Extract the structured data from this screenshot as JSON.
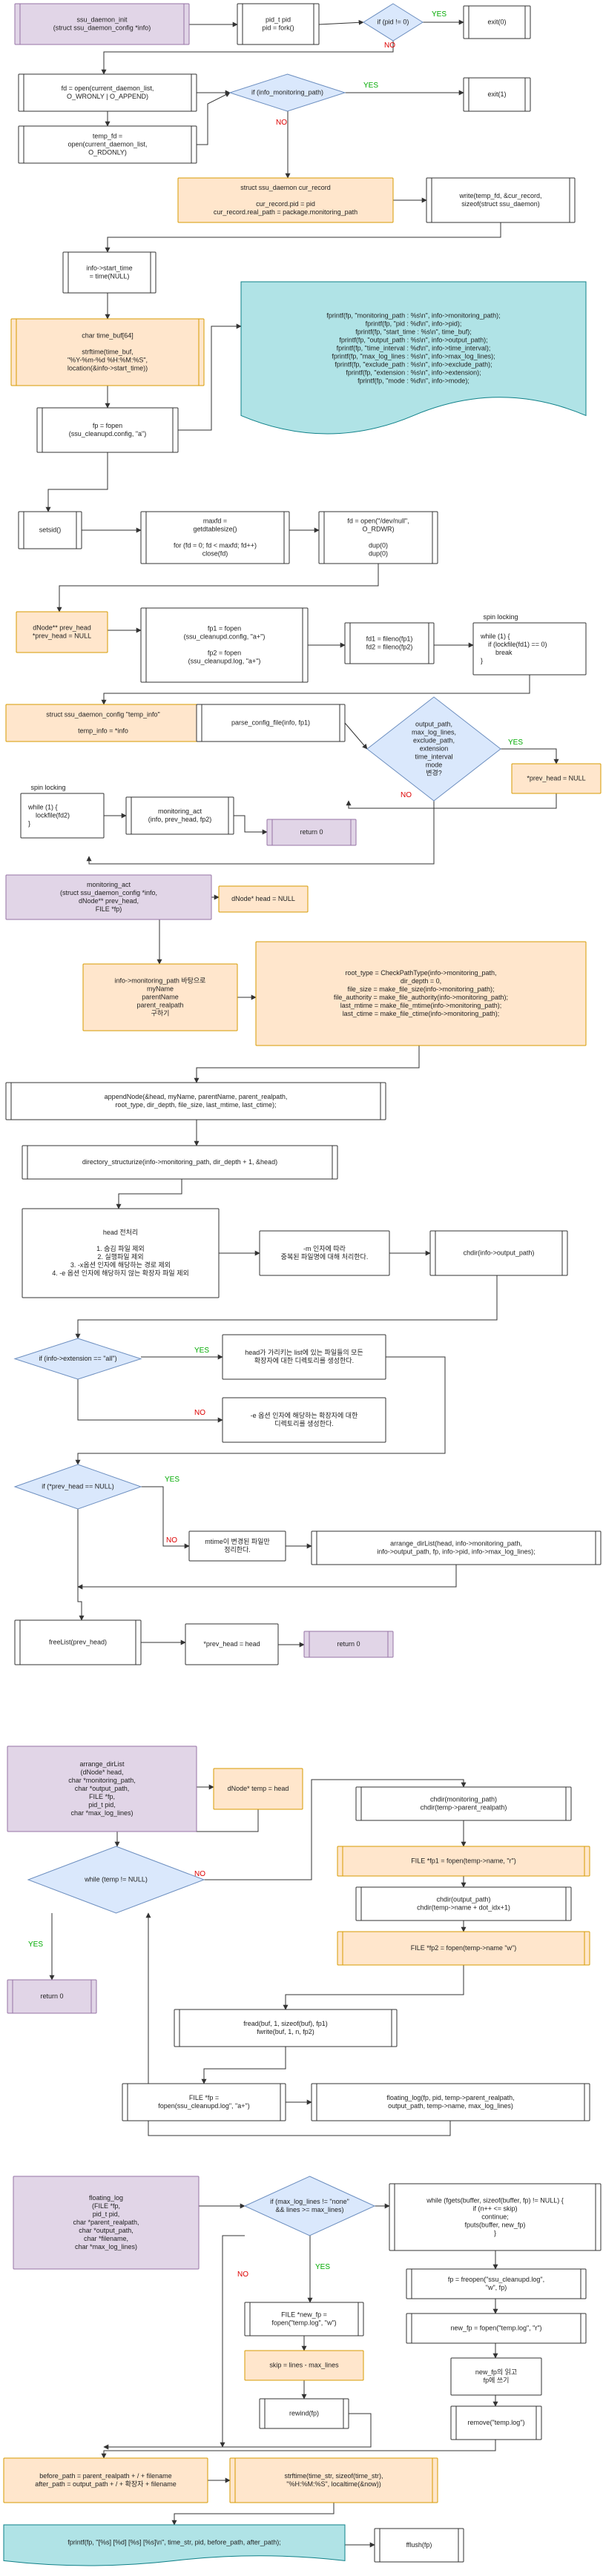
{
  "colors": {
    "stroke": "#333333",
    "white": "#ffffff",
    "purple": "#e1d5e7",
    "purple_stroke": "#9673a6",
    "orange": "#ffe6cc",
    "orange_stroke": "#d79b00",
    "blue": "#dae8fc",
    "blue_stroke": "#6c8ebf",
    "teal": "#b0e3e6",
    "teal_stroke": "#0e8088",
    "yes": "#00aa00",
    "no": "#dd0000"
  },
  "nodes": [
    {
      "id": "init",
      "kind": "proc",
      "fill": "purple",
      "lines": [
        "ssu_daemon_init",
        "(struct ssu_daemon_config *info)"
      ]
    },
    {
      "id": "pidfork",
      "kind": "proc",
      "fill": "white",
      "lines": [
        "pid_t pid",
        "pid = fork()"
      ]
    },
    {
      "id": "ifpid",
      "kind": "dia",
      "fill": "blue",
      "lines": [
        "if (pid != 0)"
      ]
    },
    {
      "id": "exit0",
      "kind": "proc",
      "fill": "white",
      "lines": [
        "exit(0)"
      ]
    },
    {
      "id": "fdopen",
      "kind": "proc",
      "fill": "white",
      "lines": [
        "fd = open(current_daemon_list,",
        "O_WRONLY | O_APPEND)"
      ]
    },
    {
      "id": "ifmon",
      "kind": "dia",
      "fill": "blue",
      "lines": [
        "if (info_monitoring_path)"
      ]
    },
    {
      "id": "exit1",
      "kind": "proc",
      "fill": "white",
      "lines": [
        "exit(1)"
      ]
    },
    {
      "id": "tempfd",
      "kind": "proc",
      "fill": "white",
      "lines": [
        "temp_fd =",
        "open(current_daemon_list,",
        "O_RDONLY)"
      ]
    },
    {
      "id": "currec",
      "kind": "box",
      "fill": "orange",
      "lines": [
        "struct ssu_daemon cur_record",
        "",
        "cur_record.pid = pid",
        "cur_record.real_path = package.monitoring_path"
      ]
    },
    {
      "id": "writerec",
      "kind": "proc",
      "fill": "white",
      "lines": [
        "write(temp_fd, &cur_record,",
        "sizeof(struct ssu_daemon)"
      ]
    },
    {
      "id": "starttime",
      "kind": "proc",
      "fill": "white",
      "lines": [
        "info->start_time",
        "= time(NULL)"
      ]
    },
    {
      "id": "timebuf",
      "kind": "proc",
      "fill": "orange",
      "lines": [
        "char time_buf[64]",
        "",
        "strftime(time_buf,",
        "\"%Y-%m-%d %H:%M:%S\",",
        "location(&info->start_time))"
      ]
    },
    {
      "id": "fprintfs",
      "kind": "doc",
      "fill": "teal",
      "lines": [
        "fprintf(fp, \"monitoring_path : %s\\n\", info->monitoring_path);",
        "fprintf(fp, \"pid : %d\\n\", info->pid);",
        "fprintf(fp, \"start_time : %s\\n\", time_buf);",
        "fprintf(fp, \"output_path : %s\\n\", info->output_path);",
        "fprintf(fp, \"time_interval : %d\\n\", info->time_interval);",
        "fprintf(fp, \"max_log_lines : %s\\n\", info->max_log_lines);",
        "fprintf(fp, \"exclude_path : %s\\n\", info->exclude_path);",
        "fprintf(fp, \"extension : %s\\n\", info->extension);",
        "fprintf(fp, \"mode : %d\\n\", info->mode);"
      ]
    },
    {
      "id": "fpopen",
      "kind": "proc",
      "fill": "white",
      "lines": [
        "fp = fopen",
        "(ssu_cleanupd.config, \"a\")"
      ]
    },
    {
      "id": "setsid",
      "kind": "proc",
      "fill": "white",
      "lines": [
        "setsid()"
      ]
    },
    {
      "id": "maxfd",
      "kind": "proc",
      "fill": "white",
      "lines": [
        "maxfd =",
        "getdtablesize()",
        "",
        "for (fd = 0; fd < maxfd; fd++)",
        "close(fd)"
      ]
    },
    {
      "id": "devnull",
      "kind": "proc",
      "fill": "white",
      "lines": [
        "fd = open(\"/dev/null\",",
        "O_RDWR)",
        "",
        "dup(0)",
        "dup(0)"
      ]
    },
    {
      "id": "prevhead",
      "kind": "box",
      "fill": "orange",
      "lines": [
        "dNode** prev_head",
        "*prev_head = NULL"
      ]
    },
    {
      "id": "fp1fp2",
      "kind": "proc",
      "fill": "white",
      "lines": [
        "fp1 = fopen",
        "(ssu_cleanupd.config, \"a+\")",
        "",
        "fp2 = fopen",
        "(ssu_cleanupd.log, \"a+\")"
      ]
    },
    {
      "id": "fd1fd2",
      "kind": "proc",
      "fill": "white",
      "lines": [
        "fd1 = fileno(fp1)",
        "fd2 = fileno(fp2)"
      ]
    },
    {
      "id": "spin1label",
      "kind": "label",
      "lines": [
        "spin locking"
      ]
    },
    {
      "id": "spin1",
      "kind": "code",
      "fill": "white",
      "lines": [
        "while (1) {",
        "if (lockfile(fd1) == 0)",
        "break",
        "}"
      ]
    },
    {
      "id": "tempinfo",
      "kind": "box",
      "fill": "orange",
      "lines": [
        "struct ssu_daemon_config \"temp_info\"",
        "",
        "temp_info = *info"
      ]
    },
    {
      "id": "parsecfg",
      "kind": "proc",
      "fill": "white",
      "lines": [
        "parse_config_file(info, fp1)"
      ]
    },
    {
      "id": "outchg",
      "kind": "dia",
      "fill": "blue",
      "lines": [
        "output_path,",
        "max_log_lines,",
        "exclude_path,",
        "extension",
        "time_interval",
        "mode",
        "변경?"
      ]
    },
    {
      "id": "prevnull1",
      "kind": "box",
      "fill": "orange",
      "lines": [
        "*prev_head = NULL"
      ]
    },
    {
      "id": "spin2label",
      "kind": "label",
      "lines": [
        "spin locking"
      ]
    },
    {
      "id": "spin2",
      "kind": "code",
      "fill": "white",
      "lines": [
        "while (1) {",
        "lockfile(fd2)",
        "}"
      ]
    },
    {
      "id": "monact",
      "kind": "proc",
      "fill": "white",
      "lines": [
        "monitoring_act",
        "(info, prev_head, fp2)"
      ]
    },
    {
      "id": "ret0a",
      "kind": "proc",
      "fill": "purple",
      "lines": [
        "return 0"
      ]
    },
    {
      "id": "monsig",
      "kind": "box",
      "fill": "purple",
      "lines": [
        "monitoring_act",
        "(struct ssu_daemon_config *info,",
        "dNode** prev_head,",
        "FILE *fp)"
      ]
    },
    {
      "id": "headnull",
      "kind": "box",
      "fill": "orange",
      "lines": [
        "dNode* head = NULL"
      ]
    },
    {
      "id": "parentname",
      "kind": "box",
      "fill": "orange",
      "lines": [
        "info->monitoring_path 바탕으로",
        "myName",
        "parentName",
        "parent_realpath",
        "구하기"
      ]
    },
    {
      "id": "roottype",
      "kind": "box",
      "fill": "orange",
      "lines": [
        "root_type = CheckPathType(info->monitoring_path,",
        "dir_depth = 0,",
        "file_size = make_file_size(info->monitoring_path);",
        "file_authority = make_file_authority(info->monitoring_path);",
        "last_mtime = make_file_mtime(info->monitoring_path);",
        "last_ctime = make_file_ctime(info->monitoring_path);"
      ]
    },
    {
      "id": "appendnode",
      "kind": "proc",
      "fill": "white",
      "lines": [
        "appendNode(&head, myName, parentName, parent_realpath,",
        "root_type, dir_depth, file_size, last_mtime, last_ctime);"
      ]
    },
    {
      "id": "dirstruct",
      "kind": "proc",
      "fill": "white",
      "lines": [
        "directory_structurize(info->monitoring_path, dir_depth + 1, &head)"
      ]
    },
    {
      "id": "headpre",
      "kind": "box",
      "fill": "white",
      "lines": [
        "head 전처리",
        "",
        "1. 숨김 파일 제외",
        "2. 실행파일 제외",
        "3. -x옵션 인자에 해당하는 경로 제외",
        "4. -e 옵션 인자에 해당하지 않는 확장자 파일 제외"
      ]
    },
    {
      "id": "moption",
      "kind": "box",
      "fill": "white",
      "lines": [
        "-m 인자에 따라",
        "중복된 파일명에 대해 처리한다."
      ]
    },
    {
      "id": "chdirout",
      "kind": "proc",
      "fill": "white",
      "lines": [
        "chdir(info->output_path)"
      ]
    },
    {
      "id": "ifext",
      "kind": "dia",
      "fill": "blue",
      "lines": [
        "if (info->extension == \"all\")"
      ]
    },
    {
      "id": "allext",
      "kind": "box",
      "fill": "white",
      "lines": [
        "head가 가리키는 list에 있는 파일들의 모든",
        "확장자에 대한 디렉토리를 생성한다."
      ]
    },
    {
      "id": "eext",
      "kind": "box",
      "fill": "white",
      "lines": [
        "-e 옵션 인자에 해당하는 확장자에 대한",
        "디렉토리를 생성한다."
      ]
    },
    {
      "id": "ifprev",
      "kind": "dia",
      "fill": "blue",
      "lines": [
        "if (*prev_head == NULL)"
      ]
    },
    {
      "id": "mtimechg",
      "kind": "box",
      "fill": "white",
      "lines": [
        "mtime이 변경된 파일만",
        "정리한다."
      ]
    },
    {
      "id": "arrange1",
      "kind": "proc",
      "fill": "white",
      "lines": [
        "arrange_dirList(head, info->monitoring_path,",
        "info->output_path, fp, info->pid, info->max_log_lines);"
      ]
    },
    {
      "id": "freelist",
      "kind": "proc",
      "fill": "white",
      "lines": [
        "freeList(prev_head)"
      ]
    },
    {
      "id": "prevhead2",
      "kind": "box",
      "fill": "white",
      "lines": [
        "*prev_head = head"
      ]
    },
    {
      "id": "ret0b",
      "kind": "proc",
      "fill": "purple",
      "lines": [
        "return 0"
      ]
    },
    {
      "id": "arrsig",
      "kind": "box",
      "fill": "purple",
      "lines": [
        "arrange_dirList",
        "(dNode* head,",
        "char *monitoring_path,",
        "char *output_path,",
        "FILE *fp,",
        "pid_t pid,",
        "char *max_log_lines)"
      ]
    },
    {
      "id": "temphead",
      "kind": "box",
      "fill": "orange",
      "lines": [
        "dNode* temp = head"
      ]
    },
    {
      "id": "chdirmon",
      "kind": "proc",
      "fill": "white",
      "lines": [
        "chdir(monitoring_path)",
        "chdir(temp->parent_realpath)"
      ]
    },
    {
      "id": "fp1r",
      "kind": "proc",
      "fill": "orange",
      "lines": [
        "FILE *fp1 = fopen(temp->name, \"r\")"
      ]
    },
    {
      "id": "whiletemp",
      "kind": "dia",
      "fill": "blue",
      "lines": [
        "while (temp != NULL)"
      ]
    },
    {
      "id": "chdirout2",
      "kind": "proc",
      "fill": "white",
      "lines": [
        "chdir(output_path)",
        "chdir(temp->name + dot_idx+1)"
      ]
    },
    {
      "id": "ret0c",
      "kind": "proc",
      "fill": "purple",
      "lines": [
        "return 0"
      ]
    },
    {
      "id": "fp2w",
      "kind": "proc",
      "fill": "orange",
      "lines": [
        "FILE *fp2 = fopen(temp->name \"w\")"
      ]
    },
    {
      "id": "freadwrite",
      "kind": "proc",
      "fill": "white",
      "lines": [
        "fread(buf, 1, sizeof(buf), fp1)",
        "fwrite(buf, 1, n, fp2)"
      ]
    },
    {
      "id": "logopen",
      "kind": "proc",
      "fill": "white",
      "lines": [
        "FILE *fp =",
        "fopen(ssu_cleanupd.log\", \"a+\")"
      ]
    },
    {
      "id": "floatcall",
      "kind": "proc",
      "fill": "white",
      "lines": [
        "floating_log(fp, pid, temp->parent_realpath,",
        "output_path, temp->name, max_log_lines)"
      ]
    },
    {
      "id": "floatsig",
      "kind": "box",
      "fill": "purple",
      "lines": [
        "floating_log",
        "(FILE *fp,",
        "pid_t pid,",
        "char *parent_realpath,",
        "char *output_path,",
        "char *filename,",
        "char *max_log_lines)"
      ]
    },
    {
      "id": "ifmaxlog",
      "kind": "dia",
      "fill": "blue",
      "lines": [
        "if (max_log_lines != \"none\"",
        "&& lines >= max_lines)"
      ]
    },
    {
      "id": "whilefgets",
      "kind": "proc",
      "fill": "white",
      "lines": [
        "while (fgets(buffer, sizeof(buffer, fp) != NULL) {",
        "if (n++ <= skip)",
        "continue;",
        "fputs(buffer, new_fp)",
        "}"
      ]
    },
    {
      "id": "freopen",
      "kind": "proc",
      "fill": "white",
      "lines": [
        "fp = freopen(\"ssu_cleanupd.log\",",
        "\"w\", fp)"
      ]
    },
    {
      "id": "newfp",
      "kind": "proc",
      "fill": "white",
      "lines": [
        "FILE *new_fp =",
        "fopen(\"temp.log\", \"w\")"
      ]
    },
    {
      "id": "newfpopen",
      "kind": "proc",
      "fill": "white",
      "lines": [
        "new_fp = fopen(\"temp.log\", \"r\")"
      ]
    },
    {
      "id": "skip",
      "kind": "box",
      "fill": "orange",
      "lines": [
        "skip = lines - max_lines"
      ]
    },
    {
      "id": "readwrite",
      "kind": "box",
      "fill": "white",
      "lines": [
        "new_fp의 읽고",
        "fp에 쓰기"
      ]
    },
    {
      "id": "rewind",
      "kind": "proc",
      "fill": "white",
      "lines": [
        "rewind(fp)"
      ]
    },
    {
      "id": "remove",
      "kind": "proc",
      "fill": "white",
      "lines": [
        "remove(\"temp.log\")"
      ]
    },
    {
      "id": "beforepath",
      "kind": "box",
      "fill": "orange",
      "lines": [
        "before_path = parent_realpath + / + filename",
        "after_path = output_path + / + 확장자 + filename"
      ]
    },
    {
      "id": "strftime2",
      "kind": "proc",
      "fill": "orange",
      "lines": [
        "strftime(time_str, sizeof(time_str),",
        "\"%H:%M:%S\", localtime(&now))"
      ]
    },
    {
      "id": "fprintfs2",
      "kind": "doc",
      "fill": "teal",
      "lines": [
        "fprintf(fp, \"[%s] [%d] [%s] [%s]\\n\", time_str, pid, before_path, after_path);"
      ]
    },
    {
      "id": "fflush",
      "kind": "proc",
      "fill": "white",
      "lines": [
        "fflush(fp)"
      ]
    }
  ],
  "edge_labels": [
    {
      "id": "e-pid-yes",
      "text": "YES",
      "color": "yes"
    },
    {
      "id": "e-pid-no",
      "text": "NO",
      "color": "no"
    },
    {
      "id": "e-mon-yes",
      "text": "YES",
      "color": "yes"
    },
    {
      "id": "e-mon-no",
      "text": "NO",
      "color": "no"
    },
    {
      "id": "e-chg-yes",
      "text": "YES",
      "color": "yes"
    },
    {
      "id": "e-chg-no",
      "text": "NO",
      "color": "no"
    },
    {
      "id": "e-ext-yes",
      "text": "YES",
      "color": "yes"
    },
    {
      "id": "e-ext-no",
      "text": "NO",
      "color": "no"
    },
    {
      "id": "e-prev-yes",
      "text": "YES",
      "color": "yes"
    },
    {
      "id": "e-prev-no",
      "text": "NO",
      "color": "no"
    },
    {
      "id": "e-temp-no",
      "text": "NO",
      "color": "no"
    },
    {
      "id": "e-temp-yes",
      "text": "YES",
      "color": "yes"
    },
    {
      "id": "e-log-no",
      "text": "NO",
      "color": "no"
    },
    {
      "id": "e-log-yes",
      "text": "YES",
      "color": "yes"
    }
  ]
}
